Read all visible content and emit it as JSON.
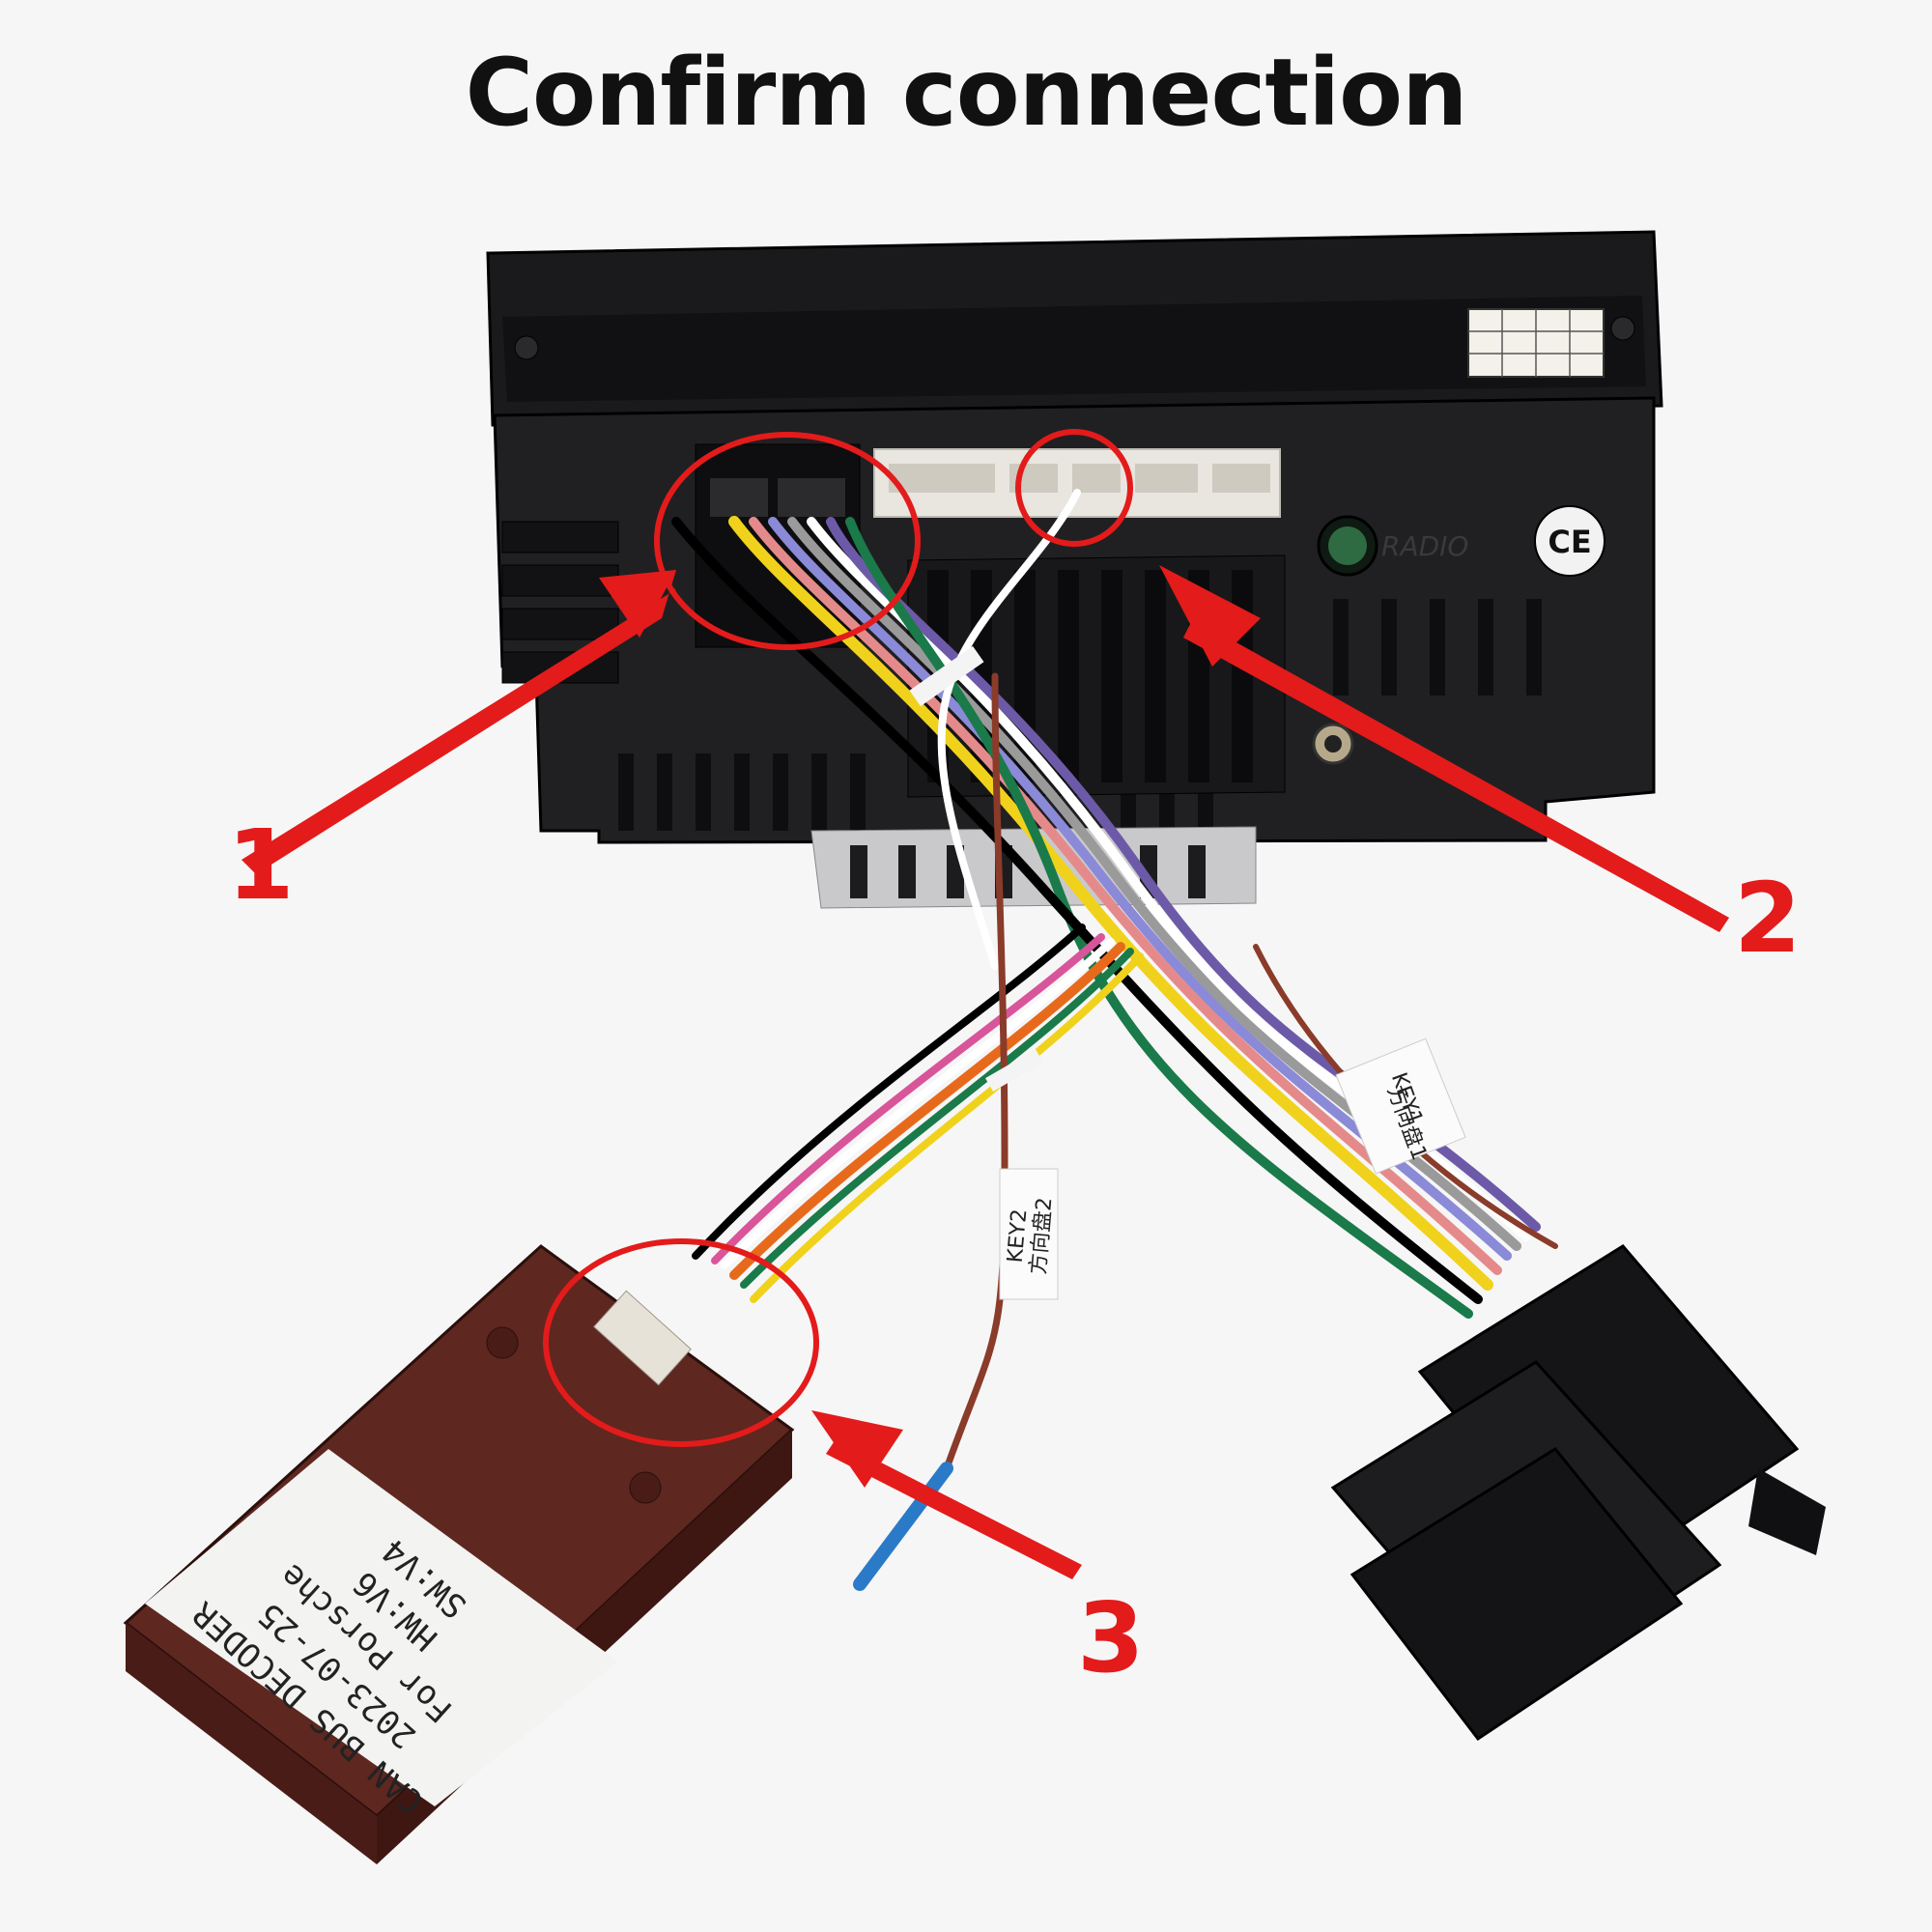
{
  "title": "Confirm connection",
  "callouts": [
    {
      "number": "1"
    },
    {
      "number": "2"
    },
    {
      "number": "3"
    }
  ],
  "head_unit": {
    "ce_mark": "CE",
    "radio_label": "RADIO"
  },
  "cable_tags": [
    {
      "line1": "KEY1",
      "line2": "方向盘1"
    },
    {
      "line1": "KEY2",
      "line2": "方向盘2"
    }
  ],
  "decoder_label": {
    "line1": "CAN BUS DECODER",
    "line2": "2023-07-25",
    "line3": "For Porsche",
    "line4": "HW:V6",
    "line5": "SW:V4"
  },
  "colors": {
    "annotation_red": "#e31b1b",
    "head_unit_body": "#1c1c1e",
    "decoder_body": "#6a2a22"
  }
}
